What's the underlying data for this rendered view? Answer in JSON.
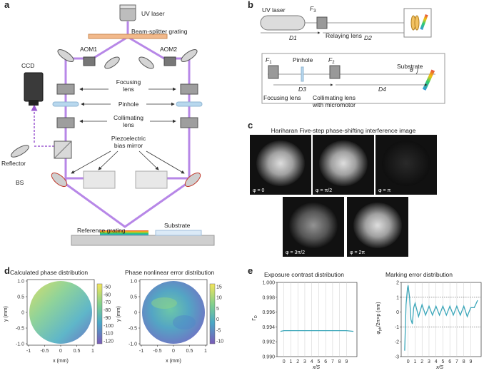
{
  "panels": {
    "a": {
      "letter": "a",
      "uv_laser": "UV laser",
      "beam_splitter_grating": "Beam-splitter grating",
      "ccd": "CCD",
      "aom1": "AOM1",
      "aom2": "AOM2",
      "focusing_lens": "Focusing\nlens",
      "focusing_lens_l1": "Focusing",
      "focusing_lens_l2": "lens",
      "pinhole": "Pinhole",
      "collimating_l1": "Collimating",
      "collimating_l2": "lens",
      "piezo_l1": "Piezoelectric",
      "piezo_l2": "bias mirror",
      "reflector": "Reflector",
      "bs": "BS",
      "reference_grating": "Reference grating",
      "substrate": "Substrate"
    },
    "b": {
      "letter": "b",
      "uv_laser": "UV laser",
      "f3": "F",
      "f3_sub": "3",
      "relaying_lens": "Relaying lens",
      "d1": "D1",
      "d2": "D2",
      "pinhole": "Pinhole",
      "substrate": "Substrate",
      "f1": "F",
      "f1_sub": "1",
      "f2": "F",
      "f2_sub": "2",
      "theta": "θ",
      "d3": "D3",
      "d4": "D4",
      "focusing_lens": "Focusing lens",
      "collimating_l1": "Collimating lens",
      "collimating_l2": "with micromotor"
    },
    "c": {
      "letter": "c",
      "title": "Hariharan Five-step phase-shifting interference image",
      "phases": [
        "φ = 0",
        "φ = π/2",
        "φ = π",
        "φ = 3π/2",
        "φ = 2π"
      ]
    },
    "d": {
      "letter": "d",
      "left_title": "Calculated phase distribution",
      "right_title": "Phase nonlinear error distribution",
      "ylabel": "y (mm)",
      "xlabel": "x (mm)"
    },
    "e": {
      "letter": "e",
      "left_title": "Exposure contrast distribution",
      "right_title": "Marking error distribution",
      "left_ylabel": "Γ",
      "left_ylabel_sub": "D",
      "right_ylabel": "φ",
      "right_ylabel_sub": "ph",
      "right_ylabel_rest": "/2π×p (nm)",
      "xlabel": "x/S"
    }
  },
  "chart_data": [
    {
      "type": "heatmap",
      "title": "Calculated phase distribution",
      "xlabel": "x (mm)",
      "ylabel": "y (mm)",
      "xlim": [
        -1,
        1
      ],
      "ylim": [
        -1,
        1
      ],
      "xticks": [
        "-1",
        "-0.5",
        "0",
        "0.5",
        "1"
      ],
      "yticks": [
        "-1.0",
        "-0.5",
        "0",
        "0.5",
        "1.0"
      ],
      "colorbar_ticks": [
        "-50",
        "-60",
        "-70",
        "-80",
        "-90",
        "-100",
        "-110",
        "-120"
      ],
      "colorbar_range": [
        -125,
        -45
      ]
    },
    {
      "type": "heatmap",
      "title": "Phase nonlinear error distribution",
      "xlabel": "x (mm)",
      "ylabel": "y (mm)",
      "xlim": [
        -1,
        1
      ],
      "ylim": [
        -1,
        1
      ],
      "xticks": [
        "-1",
        "-0.5",
        "0",
        "0.5",
        "1"
      ],
      "yticks": [
        "-1.0",
        "-0.5",
        "0",
        "0.5",
        "1.0"
      ],
      "colorbar_ticks": [
        "15",
        "10",
        "5",
        "0",
        "-5",
        "-10"
      ],
      "colorbar_range": [
        -12,
        17
      ]
    },
    {
      "type": "line",
      "title": "Exposure contrast distribution",
      "xlabel": "x/S",
      "ylabel": "ΓD",
      "ylim": [
        0.99,
        1.0
      ],
      "yticks": [
        "1.000",
        "0.998",
        "0.996",
        "0.994",
        "0.992",
        "0.990"
      ],
      "xticks": [
        "0",
        "1",
        "2",
        "3",
        "4",
        "5",
        "6",
        "7",
        "8",
        "9"
      ],
      "series": [
        {
          "x": [
            -0.5,
            0,
            1,
            2,
            3,
            4,
            5,
            6,
            7,
            8,
            9,
            10
          ],
          "y": [
            0.9934,
            0.9935,
            0.9935,
            0.9935,
            0.9935,
            0.9935,
            0.9935,
            0.9935,
            0.9935,
            0.9935,
            0.9935,
            0.9934
          ]
        }
      ]
    },
    {
      "type": "line",
      "title": "Marking error distribution",
      "xlabel": "x/S",
      "ylabel": "φph/2π×p (nm)",
      "ylim": [
        -3,
        2
      ],
      "yticks": [
        "2",
        "1",
        "0",
        "-1",
        "-2",
        "-3"
      ],
      "xticks": [
        "0",
        "1",
        "2",
        "3",
        "4",
        "5",
        "6",
        "7",
        "8",
        "9"
      ],
      "series": [
        {
          "x": [
            -0.5,
            -0.3,
            -0.1,
            0,
            0.2,
            0.4,
            0.6,
            0.8,
            1,
            1.5,
            2,
            2.5,
            3,
            3.5,
            4,
            4.5,
            5,
            5.5,
            6,
            6.5,
            7,
            7.5,
            8,
            8.5,
            9,
            9.5,
            10
          ],
          "y": [
            -2.6,
            0.5,
            1.6,
            1.8,
            1.0,
            -0.5,
            -0.8,
            0.3,
            0.6,
            -0.3,
            0.5,
            -0.2,
            0.4,
            -0.2,
            0.4,
            -0.2,
            0.4,
            -0.2,
            0.4,
            -0.2,
            0.4,
            -0.2,
            0.4,
            -0.3,
            0.3,
            0.3,
            0.8
          ]
        }
      ]
    }
  ]
}
